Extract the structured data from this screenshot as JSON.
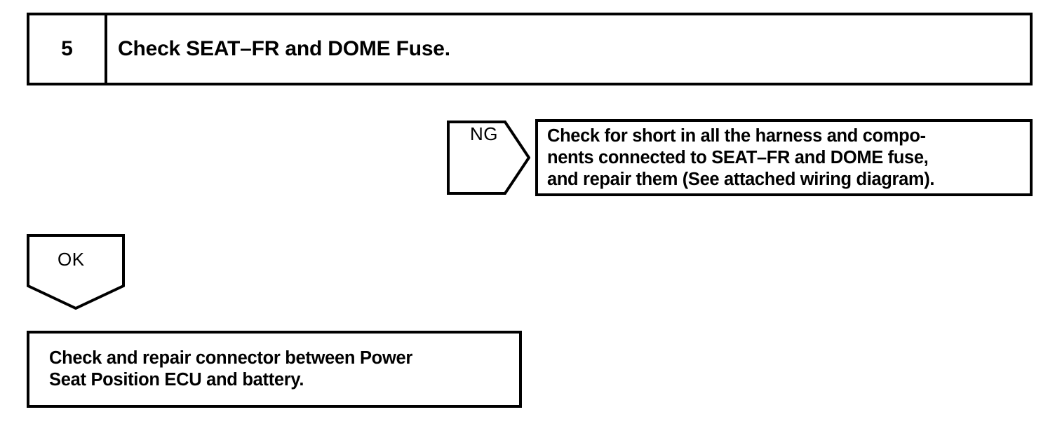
{
  "step": {
    "number": "5",
    "title": "Check SEAT–FR and DOME Fuse."
  },
  "branches": {
    "ng": {
      "label": "NG",
      "result_text": "Check for short in all the harness and compo-\nnents connected to SEAT–FR and DOME fuse,\nand repair them (See attached wiring diagram)."
    },
    "ok": {
      "label": "OK",
      "result_text": "Check and repair connector between Power\nSeat Position ECU and battery."
    }
  },
  "colors": {
    "ink": "#000000",
    "paper": "#ffffff"
  }
}
